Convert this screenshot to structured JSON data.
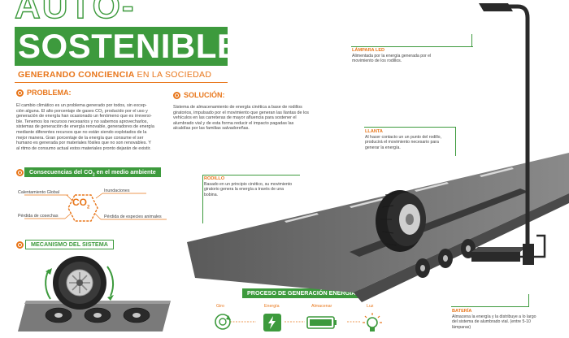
{
  "title": {
    "line1": "AUTO-",
    "line2": "SOSTENIBLE"
  },
  "subtitle": {
    "bold": "GENERANDO CONCIENCIA",
    "light": "EN LA SOCIEDAD"
  },
  "problema": {
    "heading": "PROBLEMA:",
    "lines": [
      "El cambio climático es un problema generado por todos, sin excep-",
      "ción alguna. El alto porcentaje de gases CO₂ producido por el uso y",
      "generación de energía han ocasionado un fenómeno que es irreversi-",
      "ble. Tenemos los recursos necesarios y no sabemos aprovecharlos,",
      "sistemas de generación de energía renovable, generadores de energía",
      "mediante diferentes recursos que no están siendo explotados de la",
      "mejor manera. Gran porcentaje de la energía que consume el ser",
      "humano es generada por materiales fósiles que no son renovables. Y",
      "al ritmo de consumo actual estos materiales pronto dejarán de existir."
    ]
  },
  "solucion": {
    "heading": "SOLUCIÓN:",
    "lines": [
      "Sistema de almacenamiento de energía cinética a base de rodillos",
      "giratorios, impulsado por el movimiento que generan las llantas de los",
      "vehículos en las carreteras de mayor afluencia para sostener el",
      "alumbrado vial y de esta forma reducir el impacto pagadas las",
      "alcaldías por las familias salvadoreñas."
    ]
  },
  "consecuencias": {
    "heading_pre": "Consecuencias del CO",
    "heading_sub": "2",
    "heading_post": " en el medio ambiente",
    "co2_main": "CO",
    "co2_sub": "2",
    "items": [
      "Calentamiento Global",
      "Inundaciones",
      "Pérdida de cosechas",
      "Pérdida de especies animales"
    ]
  },
  "mecanismo": {
    "heading": "MECANISMO DEL SISTEMA"
  },
  "proceso": {
    "heading": "PROCESO DE GENERACIÓN ENERGÍA",
    "steps": [
      {
        "label": "Giro",
        "icon": "rotation-icon"
      },
      {
        "label": "Energía",
        "icon": "lightning-icon"
      },
      {
        "label": "Almacenar",
        "icon": "battery-icon"
      },
      {
        "label": "Luz",
        "icon": "lightbulb-icon"
      }
    ]
  },
  "callouts": {
    "lampara": {
      "title": "LÁMPARA LED",
      "lines": [
        "Alimentada por la energía generada por el",
        "movimiento de los rodillos."
      ]
    },
    "llanta": {
      "title": "LLANTA",
      "lines": [
        "Al hacer contacto un un punto del rodillo,",
        "producirá el movimiento necesario para",
        "generar la energía."
      ]
    },
    "rodillo": {
      "title": "RODILLO",
      "lines": [
        "Basado en un principio cinético, su movimiento",
        "giratorio genera la energía a través de una",
        "bobina."
      ]
    },
    "bateria": {
      "title": "BATERÍA",
      "lines": [
        "Almacena la energía y la distribuye a lo largo",
        "del sistema de alumbrado vial. (entre 5-10",
        "lámparas)"
      ]
    }
  },
  "colors": {
    "green": "#3d9a3d",
    "orange": "#e8761a",
    "dark": "#2a2a2a",
    "road": "#6b6b6b"
  }
}
